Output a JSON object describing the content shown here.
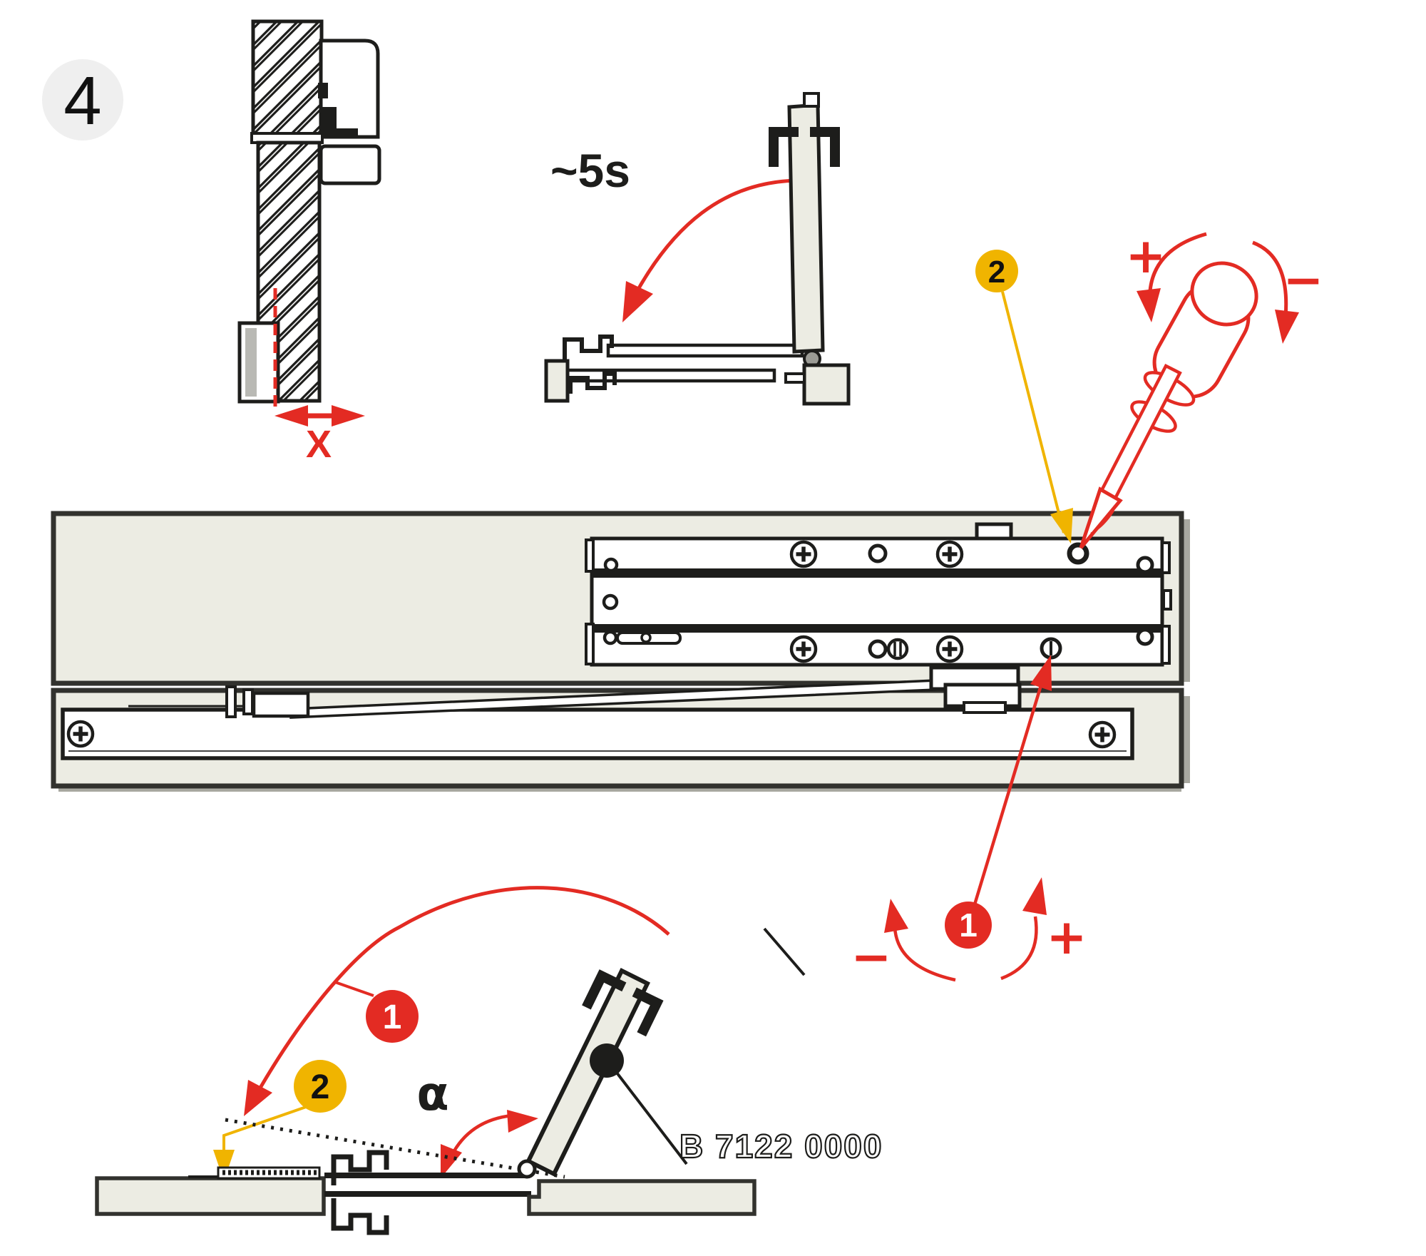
{
  "step_badge": {
    "number": "4"
  },
  "wall_section": {
    "gap_label": "X"
  },
  "soft_close": {
    "time_label": "~5s"
  },
  "screwdriver_callout": {
    "number": "2",
    "plus": "+",
    "minus": "−"
  },
  "screw_callout": {
    "number": "1",
    "plus": "+",
    "minus": "−"
  },
  "door_diagram": {
    "swing_number": "1",
    "strip_number": "2",
    "angle_label": "α",
    "part_number": "B 7122 0000"
  },
  "colors": {
    "accent_red": "#e32b23",
    "accent_yellow": "#f0b400",
    "panel_fill": "#ececE3",
    "outline": "#1d1d1b",
    "frame_border": "#32322e",
    "badge_background": "#efefef"
  }
}
